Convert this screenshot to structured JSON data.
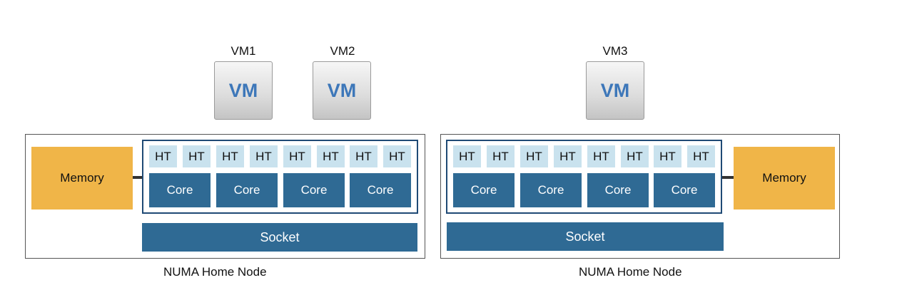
{
  "vms": [
    {
      "label": "VM1",
      "icon_text": "VM"
    },
    {
      "label": "VM2",
      "icon_text": "VM"
    },
    {
      "label": "VM3",
      "icon_text": "VM"
    }
  ],
  "nodes": [
    {
      "memory_label": "Memory",
      "socket_label": "Socket",
      "caption": "NUMA Home Node",
      "cores": [
        {
          "label": "Core",
          "threads": [
            "HT",
            "HT"
          ]
        },
        {
          "label": "Core",
          "threads": [
            "HT",
            "HT"
          ]
        },
        {
          "label": "Core",
          "threads": [
            "HT",
            "HT"
          ]
        },
        {
          "label": "Core",
          "threads": [
            "HT",
            "HT"
          ]
        }
      ]
    },
    {
      "memory_label": "Memory",
      "socket_label": "Socket",
      "caption": "NUMA Home Node",
      "cores": [
        {
          "label": "Core",
          "threads": [
            "HT",
            "HT"
          ]
        },
        {
          "label": "Core",
          "threads": [
            "HT",
            "HT"
          ]
        },
        {
          "label": "Core",
          "threads": [
            "HT",
            "HT"
          ]
        },
        {
          "label": "Core",
          "threads": [
            "HT",
            "HT"
          ]
        }
      ]
    }
  ],
  "colors": {
    "memory": "#f0b548",
    "core": "#2f6a94",
    "hyperthread": "#c9e2ee",
    "vm_text": "#3d77b9"
  }
}
